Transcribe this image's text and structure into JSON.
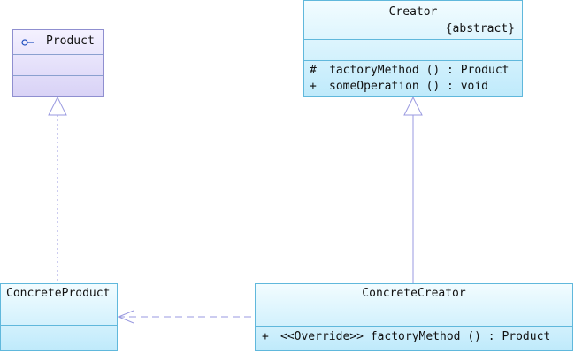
{
  "diagram": {
    "classes": {
      "product": {
        "name": "Product",
        "icon": "interface-lollipop-icon"
      },
      "creator": {
        "name": "Creator",
        "stereotype": "{abstract}",
        "operations": [
          {
            "visibility": "#",
            "text": "factoryMethod ()  : Product"
          },
          {
            "visibility": "+",
            "text": "someOperation ()  : void"
          }
        ]
      },
      "concrete_product": {
        "name": "ConcreteProduct"
      },
      "concrete_creator": {
        "name": "ConcreteCreator",
        "operations": [
          {
            "visibility": "+",
            "text": "<<Override>>  factoryMethod ()  : Product"
          }
        ]
      }
    },
    "relations": [
      {
        "type": "realization",
        "from": "ConcreteProduct",
        "to": "Product"
      },
      {
        "type": "generalization",
        "from": "ConcreteCreator",
        "to": "Creator"
      },
      {
        "type": "dependency",
        "from": "ConcreteCreator",
        "to": "ConcreteProduct"
      }
    ],
    "colors": {
      "interface_fill": "#d8d2f6",
      "class_fill": "#bfeafb",
      "line": "#9a9ae0"
    }
  }
}
